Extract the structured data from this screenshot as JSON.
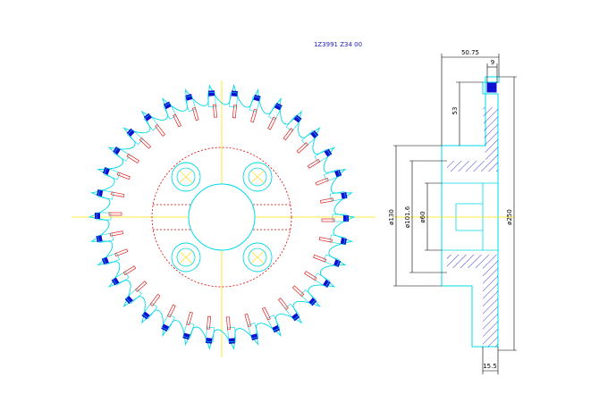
{
  "drawing": {
    "title": "1Z3991 Z34 00",
    "colors": {
      "background": "#ffffff",
      "outline": "#00d8e8",
      "centerline": "#ffe000",
      "hidden_red": "#e00000",
      "dimension": "#000000",
      "insert_blue": "#1010d0",
      "screw_red": "#e02020",
      "hatch": "#1010d0",
      "title_color": "#2020c0"
    },
    "front_view": {
      "label": "front-view",
      "insert_count": 34,
      "bolt_holes": 4
    },
    "section_view": {
      "dimensions": [
        {
          "id": "width_top",
          "text": "50.75"
        },
        {
          "id": "insert_width",
          "text": "9"
        },
        {
          "id": "depth",
          "text": "53"
        },
        {
          "id": "dia_130",
          "text": "ø130"
        },
        {
          "id": "dia_101",
          "text": "ø101.6"
        },
        {
          "id": "dia_60",
          "text": "ø60"
        },
        {
          "id": "dia_250",
          "text": "ø250"
        },
        {
          "id": "bottom_width",
          "text": "15.5"
        }
      ]
    }
  }
}
